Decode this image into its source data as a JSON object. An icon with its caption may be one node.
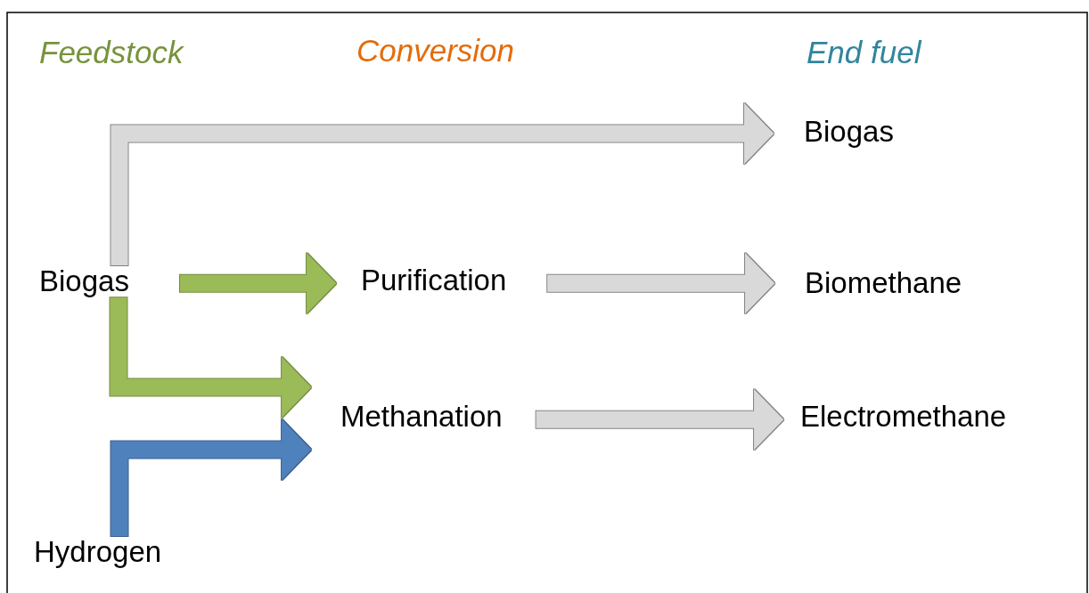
{
  "diagram": {
    "nodes": [
      {
        "text": [
          "Biogas"
        ]
      },
      {
        "text": [
          "Hydrogen"
        ]
      },
      {
        "text": [
          "Purification"
        ]
      },
      {
        "text": [
          "Methanation"
        ]
      },
      {
        "text": [
          "Biogas"
        ]
      },
      {
        "text": [
          "Biomethane"
        ]
      },
      {
        "text": [
          "Electromethane"
        ]
      }
    ],
    "edges": [
      {
        "from": 0,
        "to": 4,
        "arrow": "to"
      },
      {
        "from": 0,
        "to": 2,
        "arrow": "to",
        "color": "#9bbb59"
      },
      {
        "from": 0,
        "to": 3,
        "arrow": "to",
        "color": "#9bbb59"
      },
      {
        "from": 1,
        "to": 3,
        "arrow": "to",
        "color": "#4f81bd"
      },
      {
        "from": 2,
        "to": 5,
        "arrow": "to"
      },
      {
        "from": 3,
        "to": 6,
        "arrow": "to"
      }
    ],
    "labels": [
      "Feedstock",
      "Conversion",
      "End fuel"
    ]
  }
}
